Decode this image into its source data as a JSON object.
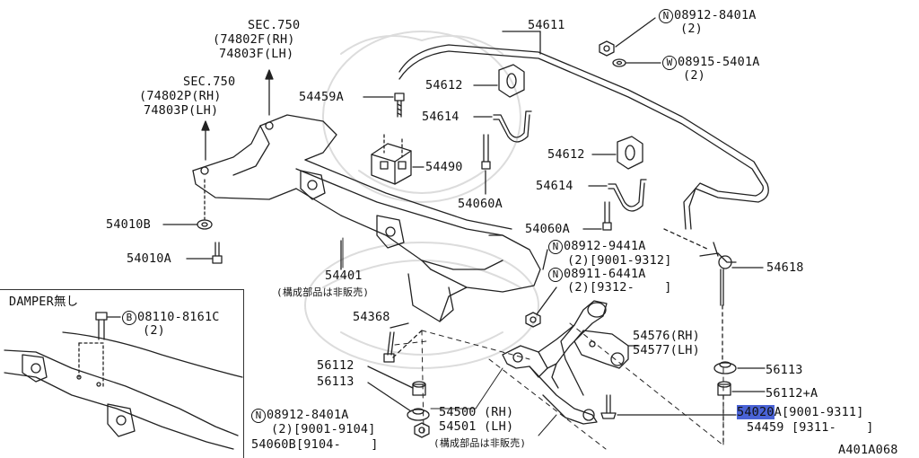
{
  "diagram_code": "A401A068",
  "inset": {
    "title": "DAMPER無し"
  },
  "colors": {
    "line": "#222222",
    "highlight": "#4a63d6",
    "watermark": "#d9d9d9"
  },
  "labels": {
    "sec750_f_title": "SEC.750",
    "sec750_f_rh": "(74802F(RH)",
    "sec750_f_lh": "74803F(LH)",
    "sec750_p_title": "SEC.750",
    "sec750_p_rh": "(74802P(RH)",
    "sec750_p_lh": "74803P(LH)",
    "p54459A": "54459A",
    "p54490": "54490",
    "p54060A_mid": "54060A",
    "p54010B": "54010B",
    "p54010A": "54010A",
    "p54401": "54401",
    "p54401_note": "(構成部品は非販売)",
    "p54611": "54611",
    "p54612_top": "54612",
    "p54614_top": "54614",
    "p54612_mid": "54612",
    "p54614_mid": "54614",
    "p54060A_right": "54060A",
    "n08912_8401A_top": "08912-8401A",
    "n08912_8401A_top_qty": "(2)",
    "w08915_5401A": "08915-5401A",
    "w08915_5401A_qty": "(2)",
    "n08912_9441A": "08912-9441A",
    "n08912_9441A_sub": "(2)[9001-9312]",
    "n08911_6441A": "08911-6441A",
    "n08911_6441A_sub": "(2)[9312-    ]",
    "p54618": "54618",
    "p54368": "54368",
    "p54576": "54576(RH)",
    "p54577": "54577(LH)",
    "p56112_left": "56112",
    "p56113_left": "56113",
    "p56113_right": "56113",
    "p56112A": "56112+A",
    "p54500": "54500 (RH)",
    "p54501": "54501 (LH)",
    "arm_note": "(構成部品は非販売)",
    "p54020_hl": "54020",
    "p54020_rest": "A[9001-9311]",
    "p54459_bottom": "54459 [9311-    ]",
    "n08912_8401A_bot": "08912-8401A",
    "n08912_8401A_bot_sub": "(2)[9001-9104]",
    "p54060B": "54060B[9104-    ]",
    "b08110_8161C": "08110-8161C",
    "b08110_8161C_qty": "(2)",
    "circ_N": "N",
    "circ_W": "W",
    "circ_B": "B"
  }
}
